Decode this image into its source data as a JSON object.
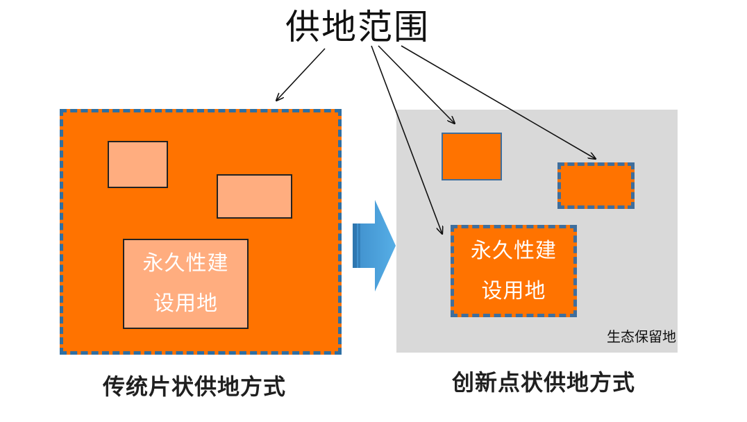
{
  "title": "供地范围",
  "left_panel": {
    "plot_text_line1": "永久性建",
    "plot_text_line2": "设用地",
    "caption": "传统片状供地方式"
  },
  "right_panel": {
    "plot_text_line1": "永久性建",
    "plot_text_line2": "设用地",
    "reserve_label": "生态保留地",
    "caption": "创新点状供地方式"
  },
  "colors": {
    "land_orange": "#ff7300",
    "plot_light": "#ffad7f",
    "boundary_blue": "#2e6fa3",
    "reserve_gray": "#d9d9d9",
    "arrow_blue": "#4a9fd8"
  }
}
